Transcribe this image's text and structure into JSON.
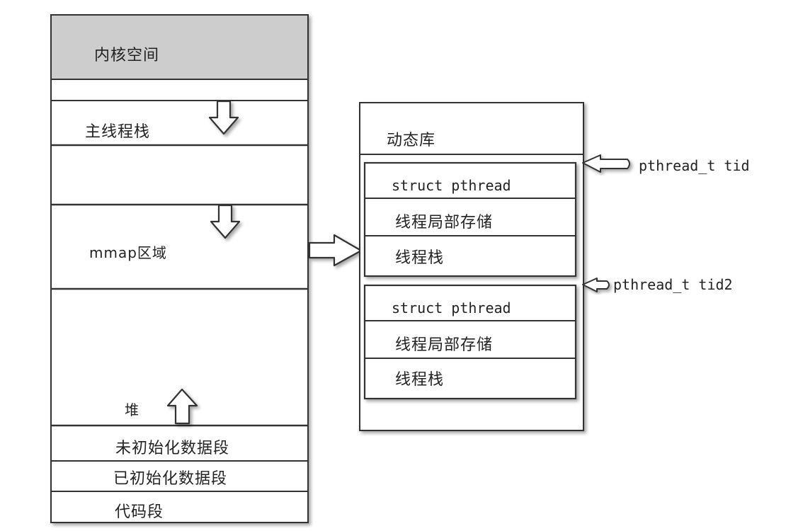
{
  "memory_layout": {
    "kernel": "内核空间",
    "main_stack": "主线程栈",
    "mmap": "mmap区域",
    "heap": "堆",
    "bss": "未初始化数据段",
    "data": "已初始化数据段",
    "text": "代码段"
  },
  "dynamic_lib": {
    "title": "动态库",
    "thread1": {
      "struct": "struct pthread",
      "tls": "线程局部存储",
      "stack": "线程栈",
      "pointer": "pthread_t tid"
    },
    "thread2": {
      "struct": "struct pthread",
      "tls": "线程局部存储",
      "stack": "线程栈",
      "pointer": "pthread_t tid2"
    }
  }
}
